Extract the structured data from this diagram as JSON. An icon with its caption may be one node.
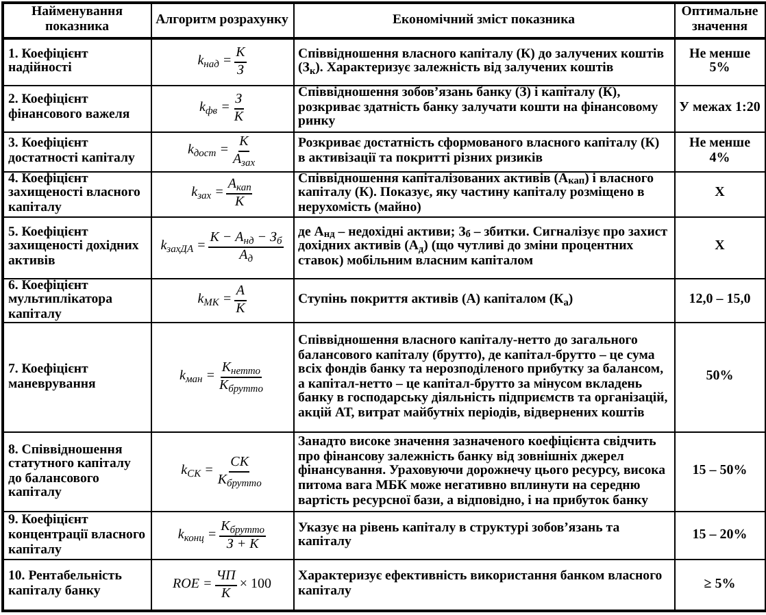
{
  "diagram": {
    "labels": [
      "Найменування показника",
      "Алгоритм розрахунку",
      "Економічний зміст показника",
      "Оптимальне значення",
      "1. Коефіцієнт надійності",
      "k$_{над}$ =",
      "К",
      "З",
      "Співвідношення власного капіталу (К) до залучених коштів (З$_{к}$). Характеризує залежність від залучених коштів",
      "Не менше 5%",
      "2. Коефіцієнт фінансового важеля",
      "k$_{фв}$ =",
      "З",
      "К",
      "Співвідношення зобов’язань банку (З) і капіталу (К), розкриває здатність банку залучати кошти на фінансовому ринку",
      "У межах 1:20",
      "3. Коефіцієнт достатності капіталу",
      "k$_{дост}$ =",
      "К",
      "А$_{зах}$",
      "Розкриває достатність сформованого власного капіталу (К) в активізації та покритті різних ризиків",
      "Не менше 4%",
      "4. Коефіцієнт захищеності власного капіталу",
      "k$_{зах}$ =",
      "А$_{кап}$",
      "К",
      "Співвідношення капіталізованих активів (А$_{кап}$) і власного капіталу (К). Показує, яку частину капіталу розміщено в нерухомість (майно)",
      "Х",
      "5. Коефіцієнт захищеності дохідних активів",
      "k$_{захДА}$ =",
      "К − А$_{нд}$ − З$_{б}$",
      "А$_{д}$",
      "де А$_{нд}$ – недохідні активи; З$_{б}$ – збитки. Сигналізує про захист дохідних активів (А$_{д}$) (що чутливі до зміни процентних ставок) мобільним власним капіталом",
      "Х",
      "6. Коефіцієнт мультиплікатора капіталу",
      "k$_{МК}$ =",
      "А",
      "К",
      "Ступінь покриття активів (А) капіталом (К$_{а}$)",
      "12,0 – 15,0",
      "7. Коефіцієнт маневрування",
      "k$_{ман}$ =",
      "К$_{нетто}$",
      "К$_{брутто}$",
      "Співвідношення власного капіталу-нетто до загального балансового капіталу (брутто), де капітал-брутто – це сума всіх фондів банку та нерозподіленого прибутку за балансом, а капітал-нетто – це капітал-брутто за мінусом вкладень банку в господарську діяльність підприємств та організацій, акцій АТ, витрат майбутніх періодів, відвернених коштів",
      "50%",
      "8. Співвідношення статутного капіталу до балансового капіталу",
      "k$_{СК}$ =",
      "СК",
      "К$_{брутто}$",
      "Занадто високе значення зазначеного коефіцієнта свідчить про фінансову залежність банку від зовнішніх джерел фінансування. Ураховуючи дорожнечу цього ресурсу, висока питома вага МБК може негативно вплинути на середню вартість ресурсної бази, а відповідно, і на прибуток банку",
      "15 – 50%",
      "9. Коефіцієнт концентрації власного капіталу",
      "k$_{конц}$ =",
      "К$_{брутто}$",
      "З + К",
      "Указує на рівень капіталу в структурі зобов’язань та капіталу",
      "15 – 20%",
      "10. Рентабельність капіталу банку",
      "ROE =",
      "ЧП",
      "К",
      "× 100",
      "Характеризує ефективність використання банком власного капіталу",
      "≥ 5%"
    ]
  }
}
